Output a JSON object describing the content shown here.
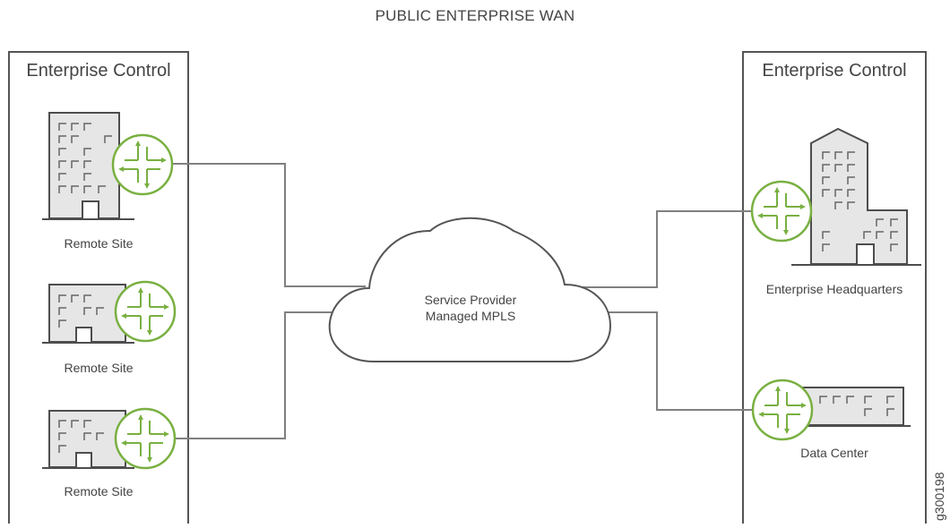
{
  "diagram": {
    "title": "PUBLIC ENTERPRISE WAN",
    "left_zone": {
      "title": "Enterprise Control"
    },
    "right_zone": {
      "title": "Enterprise Control"
    },
    "cloud": {
      "label_line1": "Service Provider",
      "label_line2": "Managed MPLS"
    },
    "sites": [
      {
        "label": "Remote Site"
      },
      {
        "label": "Remote Site"
      },
      {
        "label": "Remote Site"
      },
      {
        "label": "Enterprise Headquarters"
      },
      {
        "label": "Data Center"
      }
    ],
    "figure_id": "g300198"
  },
  "colors": {
    "line": "#808080",
    "zone_border": "#555555",
    "building_fill": "#e6e6e6",
    "building_stroke": "#4d4d4d",
    "router_green": "#79b041"
  },
  "icons": [
    "router-icon",
    "building-icon",
    "cloud-icon"
  ]
}
